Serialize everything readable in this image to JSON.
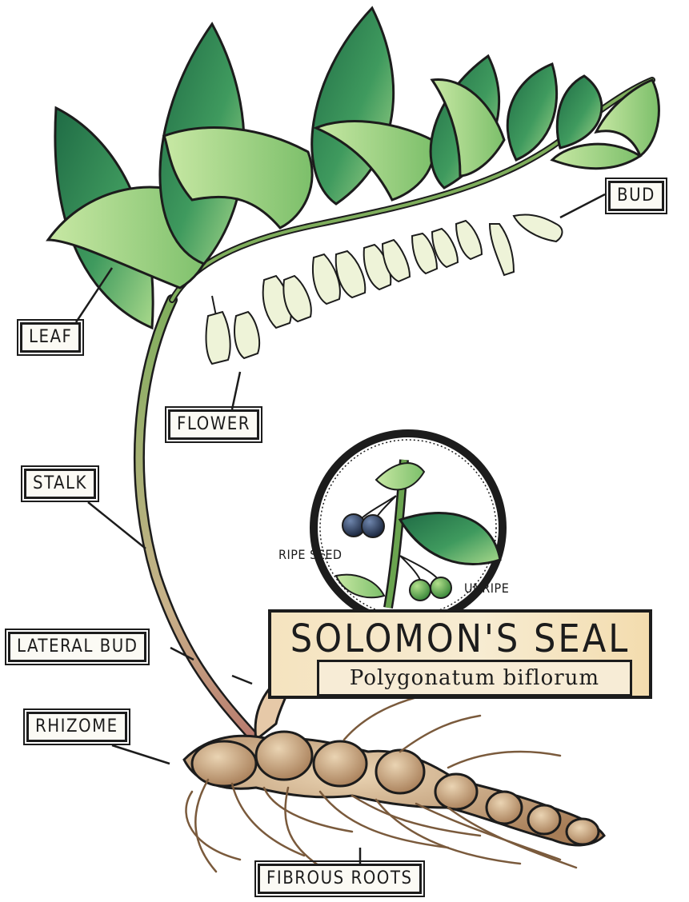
{
  "diagram": {
    "labels": {
      "leaf": "LEAF",
      "bud": "BUD",
      "flower": "FLOWER",
      "stalk": "STALK",
      "lateral_bud": "LATERAL BUD",
      "rhizome": "RHIZOME",
      "fibrous_roots": "FIBROUS ROOTS",
      "ripe_seed": "RIPE SEED",
      "unripe": "UNRIPE"
    },
    "title": "SOLOMON'S SEAL",
    "subtitle": "Polygonatum biflorum"
  },
  "colors": {
    "leaf_dark": "#2f7d4f",
    "leaf_light": "#9fd07a",
    "flower": "#eef3d8",
    "rhizome": "#c9a27a",
    "berry_ripe": "#2e3e5c",
    "berry_unripe": "#5fae52",
    "title_bg": "#f5e3bf"
  }
}
